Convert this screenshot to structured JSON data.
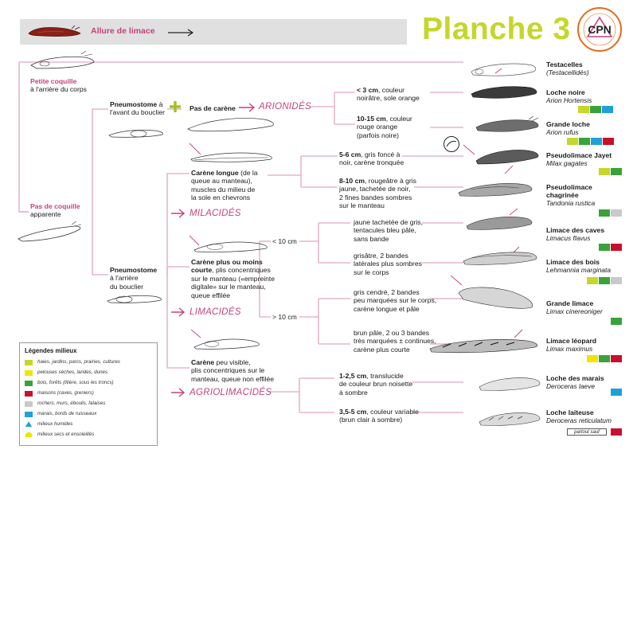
{
  "colors": {
    "pink": "#c4427e",
    "line": "#e8b6cd",
    "title_green": "#c6d62a",
    "grey_bar": "#e0e0e0",
    "milieu": {
      "vert_clair": "#c6d62a",
      "jaune": "#f2e300",
      "vert_fonce": "#3aa23a",
      "rouge": "#c8102e",
      "gris": "#c9c9c9",
      "bleu": "#1fa0d6"
    }
  },
  "header": {
    "banner_label": "Allure de limace",
    "title": "Planche 3",
    "logo_text": "CPN"
  },
  "root": {
    "shell": {
      "title": "Petite coquille",
      "text": "à l'arrière du corps"
    },
    "noshell": {
      "title": "Pas de coquille",
      "text": "apparente"
    }
  },
  "pneumostome_front": {
    "title": "Pneumostome",
    "text": "à l'avant du bouclier"
  },
  "pneumostome_back": {
    "title": "Pneumostome",
    "text1": "à l'arrière",
    "text2": "du bouclier"
  },
  "no_keel": {
    "title": "Pas de carène"
  },
  "keel_long": {
    "title": "Carène longue",
    "rest": " (de la",
    "lines": [
      "queue au manteau),",
      "muscles du milieu de",
      "la sole en chevrons"
    ]
  },
  "keel_short": {
    "title": "Carène plus ou moins",
    "title2": "courte",
    "rest": ", plis concentriques",
    "lines": [
      "sur le manteau («empreinte",
      "digitale» sur le manteau,",
      "queue effilée"
    ]
  },
  "keel_visible": {
    "title": "Carène",
    "rest": " peu visible,",
    "lines": [
      "plis concentriques sur le",
      "manteau, queue non effilée"
    ]
  },
  "families": {
    "arionides": "ARIONIDÉS",
    "milacides": "MILACIDÉS",
    "limacides": "LIMACIDÉS",
    "agriolimacides": "AGRIOLIMACIDÉS"
  },
  "size_lt10": "< 10 cm",
  "size_gt10": "> 10 cm",
  "descriptions": {
    "d1": {
      "bold": "< 3 cm",
      "lines": [
        ", couleur",
        "noirâtre, sole orange"
      ]
    },
    "d2": {
      "bold": "10-15 cm",
      "lines": [
        ", couleur",
        "rouge orange",
        "(parfois noire)"
      ]
    },
    "d3": {
      "bold": "5-6 cm",
      "lines": [
        ", gris foncé à",
        "noir, carène tronquée"
      ]
    },
    "d4": {
      "bold": "8-10 cm",
      "lines": [
        ", rougeâtre à gris",
        "jaune, tachetée de noir,",
        "2 fines bandes sombres",
        "sur le manteau"
      ]
    },
    "d5": {
      "lines": [
        "jaune tachetée de gris,",
        "tentacules bleu pâle,",
        "sans bande"
      ]
    },
    "d6": {
      "lines": [
        "grisâtre, 2 bandes",
        "latérales plus sombres",
        "sur le corps"
      ]
    },
    "d7": {
      "lines": [
        "gris cendré, 2 bandes",
        "peu marquées sur le corps,",
        "carène longue et pâle"
      ]
    },
    "d8": {
      "lines": [
        "brun pâle, 2 ou 3 bandes",
        "très marquées ± continues,",
        "carène plus courte"
      ]
    },
    "d9": {
      "bold": "1-2,5 cm",
      "lines": [
        ", translucide",
        "de couleur brun noisette",
        "à sombre"
      ]
    },
    "d10": {
      "bold": "3,5-5 cm",
      "lines": [
        ", couleur variable",
        "(brun clair à sombre)"
      ]
    }
  },
  "species": [
    {
      "name": "Testacelles",
      "latin": "(Testacellidés)",
      "bars": []
    },
    {
      "name": "Loche noire",
      "latin": "Arion Hortensis",
      "bars": [
        "#c6d62a",
        "#3aa23a",
        "#1fa0d6"
      ]
    },
    {
      "name": "Grande loche",
      "latin": "Arion rufus",
      "bars": [
        "#c6d62a",
        "#3aa23a",
        "#1fa0d6",
        "#c8102e"
      ]
    },
    {
      "name": "Pseudolimace Jayet",
      "latin": "Milax gagates",
      "bars": [
        "#c6d62a",
        "#3aa23a"
      ]
    },
    {
      "name": "Pseudolimace",
      "name2": "chagrinée",
      "latin": "Tandonia rustica",
      "bars": [
        "#3aa23a",
        "#c9c9c9"
      ]
    },
    {
      "name": "Limace des caves",
      "latin": "Limacus flavus",
      "bars": [
        "#3aa23a",
        "#c8102e"
      ]
    },
    {
      "name": "Limace des bois",
      "latin": "Lehmannia marginata",
      "bars": [
        "#c6d62a",
        "#3aa23a",
        "#c9c9c9"
      ]
    },
    {
      "name": "Grande limace",
      "latin": "Limax cinereoniger",
      "bars": [
        "#3aa23a"
      ]
    },
    {
      "name": "Limace léopard",
      "latin": "Limax maximus",
      "bars": [
        "#f2e300",
        "#3aa23a",
        "#c8102e"
      ]
    },
    {
      "name": "Loche des marais",
      "latin": "Deroceras laeve",
      "bars": [
        "#1fa0d6"
      ]
    },
    {
      "name": "Loche laiteuse",
      "latin": "Deroceras reticulatum",
      "partout": "partout sauf",
      "bars": [
        "#c8102e"
      ]
    }
  ],
  "legend": {
    "title": "Légendes milieux",
    "items": [
      {
        "color": "#c6d62a",
        "label": "haies, jardins, parcs, prairies, cultures"
      },
      {
        "color": "#f2e300",
        "label": "pelouses sèches, landes, dunes"
      },
      {
        "color": "#3aa23a",
        "label": "bois, forêts (litière, sous les troncs)"
      },
      {
        "color": "#c8102e",
        "label": "maisons (caves, greniers)"
      },
      {
        "color": "#c9c9c9",
        "label": "rochers, murs, éboulis, falaises"
      },
      {
        "color": "#1fa0d6",
        "label": "marais, bords de ruisseaux"
      },
      {
        "color": "drop",
        "label": "milieux humides"
      },
      {
        "color": "sun",
        "label": "milieux secs et ensoleillés"
      }
    ]
  }
}
